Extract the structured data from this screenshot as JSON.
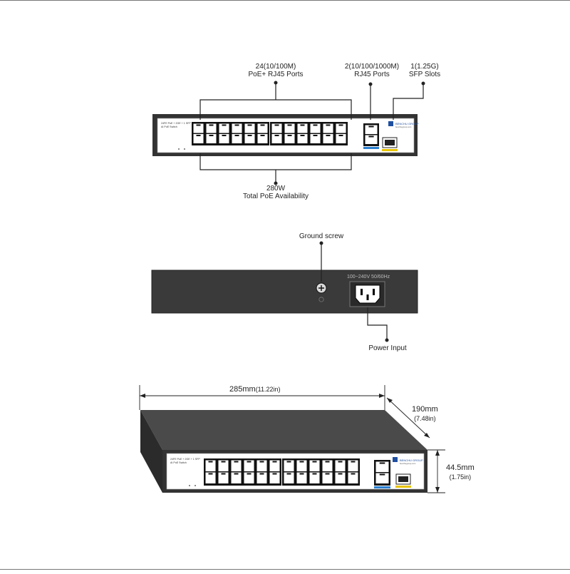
{
  "colors": {
    "chassis": "#333333",
    "bezel": "#111111",
    "faceplate": "#ffffff",
    "port_blue": "#2a7fd0",
    "sfp_yellow": "#e8c400",
    "line": "#222222"
  },
  "front_view": {
    "callouts": {
      "poe_ports": [
        "24(10/100M)",
        "PoE+ RJ45 Ports"
      ],
      "gigabit_ports": [
        "2(10/100/1000M)",
        "RJ45 Ports"
      ],
      "sfp_slots": [
        "1(1.25G)",
        "SFP Slots"
      ],
      "poe_budget": [
        "280W",
        "Total PoE Availability"
      ]
    },
    "faceplate_text": {
      "model_line1": "24FE PoE + 2GE + 1 SFP",
      "model_line2": "AI PoE Switch",
      "brand": "BENCHU GROUP",
      "website": "benchugroup.com"
    },
    "poe_port_count": 24,
    "uplink_port_count": 2,
    "sfp_slot_count": 1
  },
  "rear_view": {
    "ground_screw_label": "Ground screw",
    "power_rating": "100~240V 50/60Hz",
    "power_input_label": "Power Input"
  },
  "dimensions": {
    "width": {
      "main": "285mm",
      "sub": "(11.22in)"
    },
    "depth": {
      "main": "190mm",
      "sub": "(7.48in)"
    },
    "height": {
      "main": "44.5mm",
      "sub": "(1.75in)"
    }
  }
}
